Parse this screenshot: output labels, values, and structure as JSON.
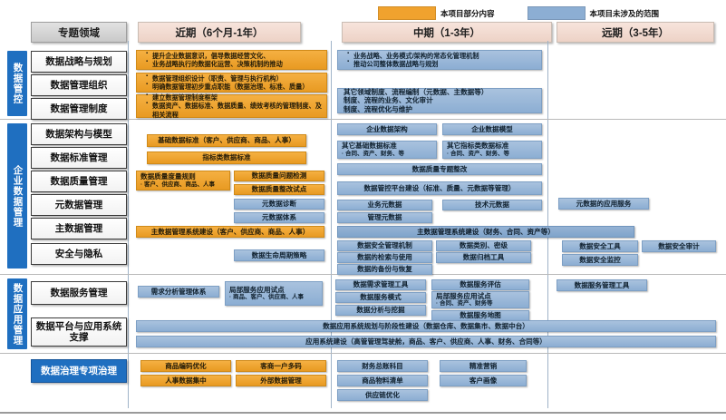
{
  "legend": {
    "orange_label": "本项目部分内容",
    "blue_label": "本项目未涉及的范围"
  },
  "header": {
    "topic": "专题领域",
    "phase_near": "近期（6个月-1年）",
    "phase_mid": "中期（1-3年）",
    "phase_far": "远期（3-5年）"
  },
  "sections": [
    {
      "spine": "数据管控",
      "topics": [
        "数据战略与规划",
        "数据管理组织",
        "数据管理制度"
      ]
    },
    {
      "spine": "企业数据管理",
      "topics": [
        "数据架构与模型",
        "数据标准管理",
        "数据质量管理",
        "元数据管理",
        "主数据管理",
        "安全与隐私"
      ]
    },
    {
      "spine": "数据应用管理",
      "topics": [
        "数据服务管理",
        "数据平台与应用系统支撑"
      ]
    },
    {
      "spine": "",
      "topics": [
        "数据治理专项治理"
      ]
    }
  ],
  "bars": {
    "s1_near_1": [
      "提升企业数据意识，倡导数据经营文化、",
      "业务战略执行的数据化运营、决策机制的推动"
    ],
    "s1_near_2": [
      "数据管理组织设计（职责、管理与执行机构）",
      "明确数据管理初步重点职能（数据治理、标准、质量）"
    ],
    "s1_near_3": [
      "建立数据管理制度框架",
      "数据资产、数据标准、数据质量、绩效考核的管理制度、及相关流程"
    ],
    "s1_mid_1": [
      "业务战略、业务模式/架构的常态化管理机制",
      "推动公司整体数据战略与规划"
    ],
    "s1_mid_2_l1": "其它领域制度、流程编制（元数据、主数据等）",
    "s1_mid_2_l2": "制度、流程的业务、文化审计",
    "s1_mid_2_l3": "制度、流程优化与维护",
    "s2_near_1": "基础数据标准（客户、供应商、商品、人事）",
    "s2_near_2": "指标类数据标准",
    "s2_near_3_t": "数据质量度量规则",
    "s2_near_3_s": "· 客户、供应商、商品、人事",
    "s2_near_4": "数据质量问题检测",
    "s2_near_5": "数据质量整改试点",
    "s2_near_6": "元数据诊断",
    "s2_near_7": "元数据体系",
    "s2_near_8": "主数据管理系统建设（客户、供应商、商品、人事）",
    "s2_near_9": "数据生命周期策略",
    "s2_mid_1": "企业数据架构",
    "s2_mid_2": "企业数据模型",
    "s2_mid_3_t": "其它基础数据标准",
    "s2_mid_3_s": "· 合同、资产、财务、等",
    "s2_mid_4_t": "其它指标类数据标准",
    "s2_mid_4_s": "· 合同、资产、财务、等",
    "s2_mid_5": "数据质量专题整改",
    "s2_mid_6": "数据管控平台建设（标准、质量、元数据等管理）",
    "s2_mid_7": "业务元数据",
    "s2_mid_8": "技术元数据",
    "s2_mid_9": "管理元数据",
    "s2_mid_10": "主数据管理系统建设（财务、合同、资产等）",
    "s2_mid_11": "数据安全管理机制",
    "s2_mid_12": "数据类别、密级",
    "s2_mid_13": "数据的检索与使用",
    "s2_mid_14": "数据归档工具",
    "s2_mid_15": "数据的备份与恢复",
    "s2_far_1": "元数据的应用服务",
    "s2_far_2": "数据安全工具",
    "s2_far_3": "数据安全审计",
    "s2_far_4": "数据安全监控",
    "s3_near_1": "需求分析管理体系",
    "s3_near_2_t": "局部服务应用试点",
    "s3_near_2_s": "· 商品、客户、供应商、人事",
    "s3_mid_1": "数据需求管理工具",
    "s3_mid_2": "数据服务评估",
    "s3_mid_3": "数据服务模式",
    "s3_mid_4_t": "局部服务应用试点",
    "s3_mid_4_s": "· 合同、资产、财务等",
    "s3_mid_5": "数据分析与挖掘",
    "s3_mid_6": "数据服务地图",
    "s3_far_1": "数据服务管理工具",
    "s3_wide_1": "数据应用系统规划与阶段性建设（数据仓库、数据集市、数据中台）",
    "s3_wide_2": "应用系统建设（高管管理驾驶舱，商品、客户、供应商、人事、财务、合同等）",
    "s4_near_1": "商品编码优化",
    "s4_near_2": "客商一户多码",
    "s4_near_3": "人事数据集中",
    "s4_near_4": "外部数据管理",
    "s4_mid_1": "财务总账科目",
    "s4_mid_2": "精准营销",
    "s4_mid_3": "商品物料清单",
    "s4_mid_4": "客户画像",
    "s4_mid_5": "供应链优化"
  },
  "colors": {
    "orange": "#F0A22E",
    "blue": "#8CAED3",
    "spine": "#1F6FC0",
    "header_phase": "#EDD2C6",
    "header_topic": "#CFCFCF"
  }
}
